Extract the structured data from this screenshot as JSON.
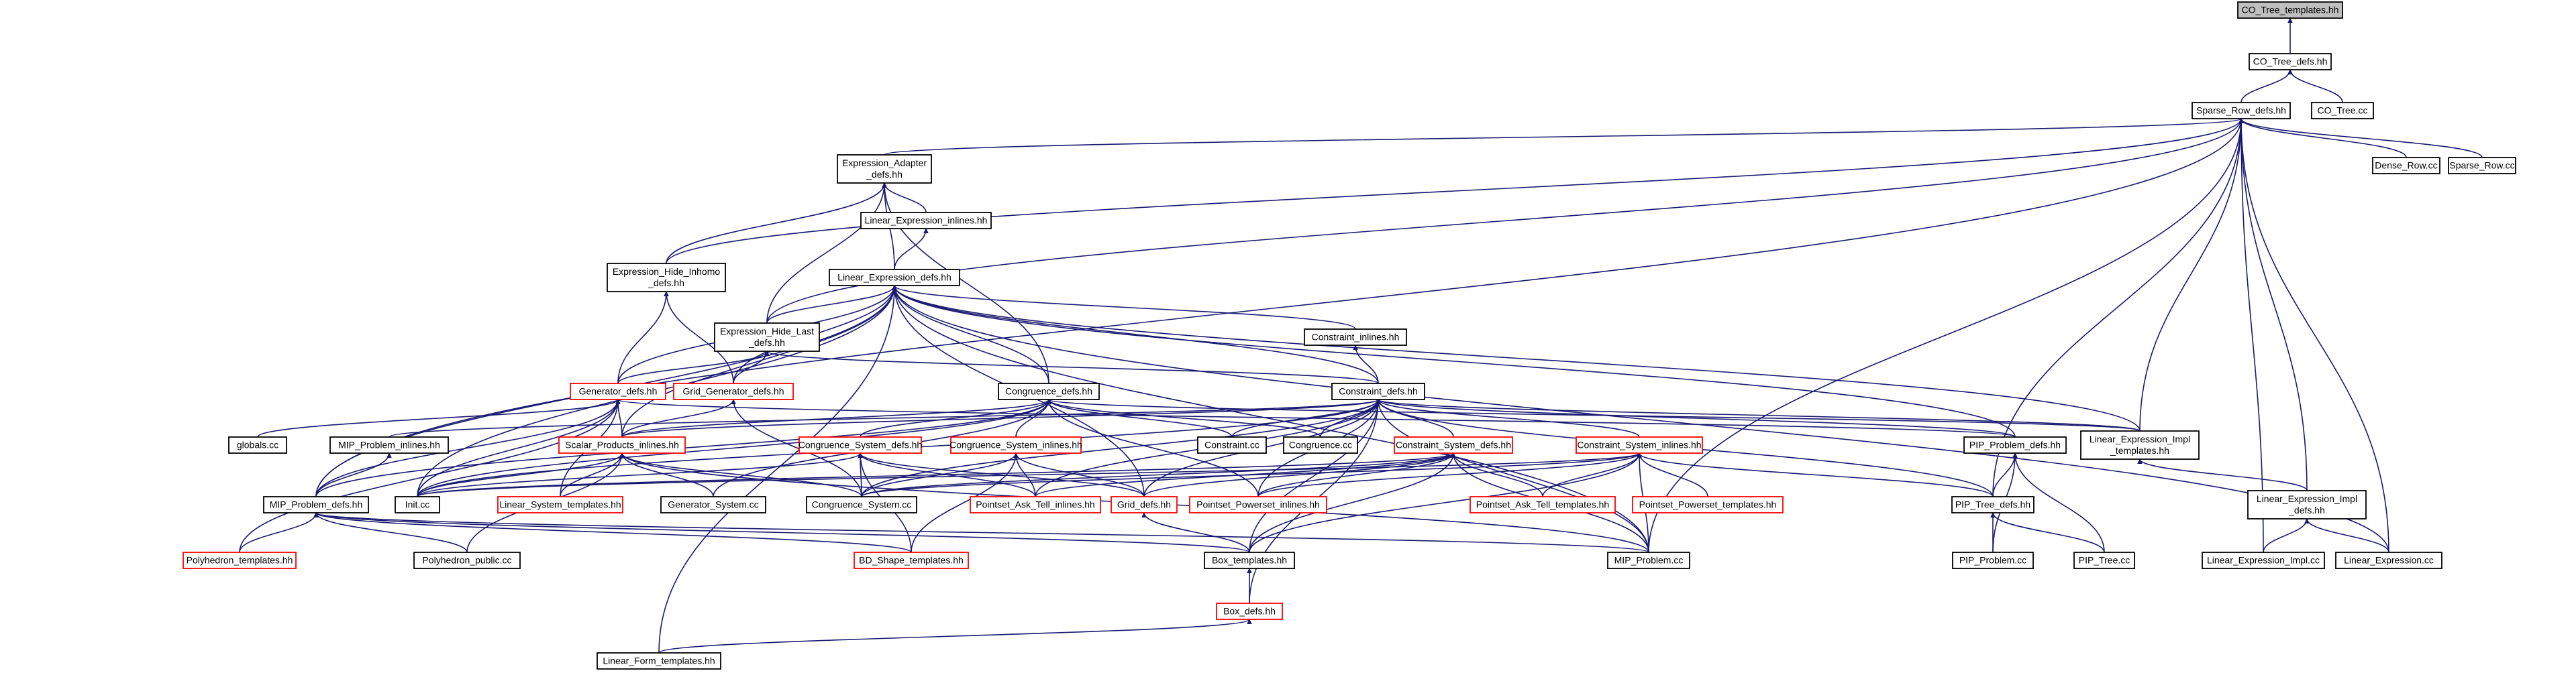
{
  "graph_title": "",
  "colors": {
    "edge": "#191970",
    "root_fill": "#bfbfbf",
    "border": "#000000",
    "red_border": "#ff0000"
  },
  "nodes": {
    "co_tree_templates": {
      "lines": [
        "CO_Tree_templates.hh"
      ],
      "style": "root"
    },
    "co_tree_defs": {
      "lines": [
        "CO_Tree_defs.hh"
      ],
      "style": "black"
    },
    "co_tree_cc": {
      "lines": [
        "CO_Tree.cc"
      ],
      "style": "black"
    },
    "sparse_row_defs": {
      "lines": [
        "Sparse_Row_defs.hh"
      ],
      "style": "black"
    },
    "dense_row_cc": {
      "lines": [
        "Dense_Row.cc"
      ],
      "style": "black"
    },
    "sparse_row_cc": {
      "lines": [
        "Sparse_Row.cc"
      ],
      "style": "black"
    },
    "expression_adapter_defs": {
      "lines": [
        "Expression_Adapter",
        "_defs.hh"
      ],
      "style": "black"
    },
    "linear_expression_inlines": {
      "lines": [
        "Linear_Expression_inlines.hh"
      ],
      "style": "black"
    },
    "expression_hide_inhomo_defs": {
      "lines": [
        "Expression_Hide_Inhomo",
        "_defs.hh"
      ],
      "style": "black"
    },
    "linear_expression_defs": {
      "lines": [
        "Linear_Expression_defs.hh"
      ],
      "style": "black"
    },
    "constraint_inlines": {
      "lines": [
        "Constraint_inlines.hh"
      ],
      "style": "black"
    },
    "expression_hide_last_defs": {
      "lines": [
        "Expression_Hide_Last",
        "_defs.hh"
      ],
      "style": "black"
    },
    "generator_defs": {
      "lines": [
        "Generator_defs.hh"
      ],
      "style": "red"
    },
    "grid_generator_defs": {
      "lines": [
        "Grid_Generator_defs.hh"
      ],
      "style": "red"
    },
    "congruence_defs": {
      "lines": [
        "Congruence_defs.hh"
      ],
      "style": "black"
    },
    "constraint_defs": {
      "lines": [
        "Constraint_defs.hh"
      ],
      "style": "black"
    },
    "globals_cc": {
      "lines": [
        "globals.cc"
      ],
      "style": "black"
    },
    "mip_problem_inlines": {
      "lines": [
        "MIP_Problem_inlines.hh"
      ],
      "style": "black"
    },
    "scalar_products_inlines": {
      "lines": [
        "Scalar_Products_inlines.hh"
      ],
      "style": "red"
    },
    "constraint_cc": {
      "lines": [
        "Constraint.cc"
      ],
      "style": "black"
    },
    "congruence_cc": {
      "lines": [
        "Congruence.cc"
      ],
      "style": "black"
    },
    "pip_problem_defs": {
      "lines": [
        "PIP_Problem_defs.hh"
      ],
      "style": "black"
    },
    "linear_expression_impl_templates": {
      "lines": [
        "Linear_Expression_Impl",
        "_templates.hh"
      ],
      "style": "black"
    },
    "congruence_system_defs": {
      "lines": [
        "Congruence_System_defs.hh"
      ],
      "style": "red"
    },
    "congruence_system_inlines": {
      "lines": [
        "Congruence_System_inlines.hh"
      ],
      "style": "red"
    },
    "constraint_system_defs": {
      "lines": [
        "Constraint_System_defs.hh"
      ],
      "style": "red"
    },
    "constraint_system_inlines": {
      "lines": [
        "Constraint_System_inlines.hh"
      ],
      "style": "red"
    },
    "init_cc": {
      "lines": [
        "Init.cc"
      ],
      "style": "black"
    },
    "linear_system_templates": {
      "lines": [
        "Linear_System_templates.hh"
      ],
      "style": "red"
    },
    "generator_system_cc": {
      "lines": [
        "Generator_System.cc"
      ],
      "style": "black"
    },
    "congruence_system_cc": {
      "lines": [
        "Congruence_System.cc"
      ],
      "style": "black"
    },
    "pointset_ask_tell_inlines": {
      "lines": [
        "Pointset_Ask_Tell_inlines.hh"
      ],
      "style": "red"
    },
    "grid_defs": {
      "lines": [
        "Grid_defs.hh"
      ],
      "style": "red"
    },
    "pointset_powerset_inlines": {
      "lines": [
        "Pointset_Powerset_inlines.hh"
      ],
      "style": "red"
    },
    "pointset_ask_tell_templates": {
      "lines": [
        "Pointset_Ask_Tell_templates.hh"
      ],
      "style": "red"
    },
    "pointset_powerset_templates": {
      "lines": [
        "Pointset_Powerset_templates.hh"
      ],
      "style": "red"
    },
    "pip_tree_defs": {
      "lines": [
        "PIP_Tree_defs.hh"
      ],
      "style": "black"
    },
    "linear_expression_impl_defs": {
      "lines": [
        "Linear_Expression_Impl",
        "_defs.hh"
      ],
      "style": "black"
    },
    "mip_problem_defs": {
      "lines": [
        "MIP_Problem_defs.hh"
      ],
      "style": "black"
    },
    "polyhedron_templates": {
      "lines": [
        "Polyhedron_templates.hh"
      ],
      "style": "red"
    },
    "polyhedron_public_cc": {
      "lines": [
        "Polyhedron_public.cc"
      ],
      "style": "black"
    },
    "bd_shape_templates": {
      "lines": [
        "BD_Shape_templates.hh"
      ],
      "style": "red"
    },
    "box_templates": {
      "lines": [
        "Box_templates.hh"
      ],
      "style": "black"
    },
    "mip_problem_cc": {
      "lines": [
        "MIP_Problem.cc"
      ],
      "style": "black"
    },
    "pip_problem_cc": {
      "lines": [
        "PIP_Problem.cc"
      ],
      "style": "black"
    },
    "pip_tree_cc": {
      "lines": [
        "PIP_Tree.cc"
      ],
      "style": "black"
    },
    "linear_expression_impl_cc": {
      "lines": [
        "Linear_Expression_Impl.cc"
      ],
      "style": "black"
    },
    "linear_expression_cc": {
      "lines": [
        "Linear_Expression.cc"
      ],
      "style": "black"
    },
    "box_defs": {
      "lines": [
        "Box_defs.hh"
      ],
      "style": "red"
    },
    "linear_form_templates": {
      "lines": [
        "Linear_Form_templates.hh"
      ],
      "style": "black"
    }
  },
  "edges": [
    [
      "co_tree_defs",
      "co_tree_templates"
    ],
    [
      "sparse_row_defs",
      "co_tree_defs"
    ],
    [
      "co_tree_cc",
      "co_tree_defs"
    ],
    [
      "dense_row_cc",
      "sparse_row_defs"
    ],
    [
      "sparse_row_cc",
      "sparse_row_defs"
    ],
    [
      "expression_adapter_defs",
      "sparse_row_defs"
    ],
    [
      "expression_hide_inhomo_defs",
      "sparse_row_defs"
    ],
    [
      "expression_hide_last_defs",
      "sparse_row_defs"
    ],
    [
      "mip_problem_defs",
      "sparse_row_defs"
    ],
    [
      "linear_expression_impl_templates",
      "sparse_row_defs"
    ],
    [
      "linear_expression_impl_defs",
      "sparse_row_defs"
    ],
    [
      "linear_expression_cc",
      "sparse_row_defs"
    ],
    [
      "mip_problem_cc",
      "sparse_row_defs"
    ],
    [
      "pip_tree_defs",
      "sparse_row_defs"
    ],
    [
      "linear_expression_impl_cc",
      "sparse_row_defs"
    ],
    [
      "linear_expression_inlines",
      "expression_adapter_defs"
    ],
    [
      "expression_hide_inhomo_defs",
      "expression_adapter_defs"
    ],
    [
      "linear_expression_defs",
      "expression_adapter_defs"
    ],
    [
      "expression_hide_last_defs",
      "expression_adapter_defs"
    ],
    [
      "congruence_defs",
      "expression_adapter_defs"
    ],
    [
      "linear_expression_defs",
      "linear_expression_inlines"
    ],
    [
      "generator_defs",
      "expression_hide_inhomo_defs"
    ],
    [
      "grid_generator_defs",
      "expression_hide_inhomo_defs"
    ],
    [
      "constraint_inlines",
      "linear_expression_defs"
    ],
    [
      "expression_hide_last_defs",
      "linear_expression_defs"
    ],
    [
      "generator_defs",
      "linear_expression_defs"
    ],
    [
      "grid_generator_defs",
      "linear_expression_defs"
    ],
    [
      "congruence_defs",
      "linear_expression_defs"
    ],
    [
      "constraint_defs",
      "linear_expression_defs"
    ],
    [
      "scalar_products_inlines",
      "linear_expression_defs"
    ],
    [
      "mip_problem_defs",
      "linear_expression_defs"
    ],
    [
      "pip_problem_defs",
      "linear_expression_defs"
    ],
    [
      "linear_expression_cc",
      "linear_expression_defs"
    ],
    [
      "linear_form_templates",
      "linear_expression_defs"
    ],
    [
      "init_cc",
      "linear_expression_defs"
    ],
    [
      "grid_defs",
      "linear_expression_defs"
    ],
    [
      "linear_expression_impl_templates",
      "linear_expression_defs"
    ],
    [
      "mip_problem_cc",
      "linear_expression_defs"
    ],
    [
      "constraint_defs",
      "constraint_inlines"
    ],
    [
      "generator_defs",
      "expression_hide_last_defs"
    ],
    [
      "grid_generator_defs",
      "expression_hide_last_defs"
    ],
    [
      "constraint_defs",
      "expression_hide_last_defs"
    ],
    [
      "scalar_products_inlines",
      "generator_defs"
    ],
    [
      "globals_cc",
      "generator_defs"
    ],
    [
      "init_cc",
      "generator_defs"
    ],
    [
      "mip_problem_defs",
      "generator_defs"
    ],
    [
      "polyhedron_templates",
      "generator_defs"
    ],
    [
      "linear_system_templates",
      "generator_defs"
    ],
    [
      "pip_problem_defs",
      "generator_defs"
    ],
    [
      "scalar_products_inlines",
      "grid_generator_defs"
    ],
    [
      "congruence_system_cc",
      "grid_generator_defs"
    ],
    [
      "scalar_products_inlines",
      "congruence_defs"
    ],
    [
      "congruence_system_defs",
      "congruence_defs"
    ],
    [
      "congruence_system_inlines",
      "congruence_defs"
    ],
    [
      "constraint_cc",
      "congruence_defs"
    ],
    [
      "congruence_cc",
      "congruence_defs"
    ],
    [
      "init_cc",
      "congruence_defs"
    ],
    [
      "mip_problem_defs",
      "congruence_defs"
    ],
    [
      "generator_system_cc",
      "congruence_defs"
    ],
    [
      "pointset_powerset_inlines",
      "congruence_defs"
    ],
    [
      "linear_expression_impl_templates",
      "congruence_defs"
    ],
    [
      "mip_problem_inlines",
      "constraint_defs"
    ],
    [
      "scalar_products_inlines",
      "constraint_defs"
    ],
    [
      "constraint_cc",
      "constraint_defs"
    ],
    [
      "congruence_cc",
      "constraint_defs"
    ],
    [
      "pip_problem_defs",
      "constraint_defs"
    ],
    [
      "linear_expression_impl_templates",
      "constraint_defs"
    ],
    [
      "constraint_system_defs",
      "constraint_defs"
    ],
    [
      "constraint_system_inlines",
      "constraint_defs"
    ],
    [
      "init_cc",
      "constraint_defs"
    ],
    [
      "congruence_system_cc",
      "constraint_defs"
    ],
    [
      "grid_defs",
      "constraint_defs"
    ],
    [
      "pointset_ask_tell_inlines",
      "constraint_defs"
    ],
    [
      "pointset_powerset_inlines",
      "constraint_defs"
    ],
    [
      "box_templates",
      "constraint_defs"
    ],
    [
      "mip_problem_cc",
      "constraint_defs"
    ],
    [
      "pip_tree_defs",
      "constraint_defs"
    ],
    [
      "box_defs",
      "constraint_defs"
    ],
    [
      "mip_problem_defs",
      "mip_problem_inlines"
    ],
    [
      "init_cc",
      "scalar_products_inlines"
    ],
    [
      "linear_system_templates",
      "scalar_products_inlines"
    ],
    [
      "generator_system_cc",
      "scalar_products_inlines"
    ],
    [
      "congruence_system_cc",
      "scalar_products_inlines"
    ],
    [
      "polyhedron_public_cc",
      "scalar_products_inlines"
    ],
    [
      "mip_problem_cc",
      "scalar_products_inlines"
    ],
    [
      "pip_tree_defs",
      "pip_problem_defs"
    ],
    [
      "pip_problem_cc",
      "pip_problem_defs"
    ],
    [
      "pip_tree_cc",
      "pip_problem_defs"
    ],
    [
      "linear_expression_impl_defs",
      "linear_expression_impl_templates"
    ],
    [
      "init_cc",
      "congruence_system_defs"
    ],
    [
      "congruence_system_cc",
      "congruence_system_defs"
    ],
    [
      "pointset_ask_tell_inlines",
      "congruence_system_defs"
    ],
    [
      "grid_defs",
      "congruence_system_defs"
    ],
    [
      "bd_shape_templates",
      "congruence_system_defs"
    ],
    [
      "congruence_system_cc",
      "congruence_system_inlines"
    ],
    [
      "pointset_ask_tell_inlines",
      "congruence_system_inlines"
    ],
    [
      "grid_defs",
      "congruence_system_inlines"
    ],
    [
      "bd_shape_templates",
      "congruence_system_inlines"
    ],
    [
      "init_cc",
      "constraint_system_defs"
    ],
    [
      "congruence_system_cc",
      "constraint_system_defs"
    ],
    [
      "pointset_ask_tell_inlines",
      "constraint_system_defs"
    ],
    [
      "grid_defs",
      "constraint_system_defs"
    ],
    [
      "pointset_powerset_inlines",
      "constraint_system_defs"
    ],
    [
      "pointset_ask_tell_templates",
      "constraint_system_defs"
    ],
    [
      "mip_problem_cc",
      "constraint_system_defs"
    ],
    [
      "box_templates",
      "constraint_system_defs"
    ],
    [
      "init_cc",
      "constraint_system_inlines"
    ],
    [
      "congruence_system_cc",
      "constraint_system_inlines"
    ],
    [
      "pointset_powerset_inlines",
      "constraint_system_inlines"
    ],
    [
      "pointset_ask_tell_templates",
      "constraint_system_inlines"
    ],
    [
      "pointset_powerset_templates",
      "constraint_system_inlines"
    ],
    [
      "pip_tree_defs",
      "constraint_system_inlines"
    ],
    [
      "mip_problem_cc",
      "constraint_system_inlines"
    ],
    [
      "box_templates",
      "constraint_system_inlines"
    ],
    [
      "box_templates",
      "grid_defs"
    ],
    [
      "pip_problem_cc",
      "pip_tree_defs"
    ],
    [
      "pip_tree_cc",
      "pip_tree_defs"
    ],
    [
      "linear_expression_impl_cc",
      "linear_expression_impl_defs"
    ],
    [
      "linear_expression_cc",
      "linear_expression_impl_defs"
    ],
    [
      "polyhedron_templates",
      "mip_problem_defs"
    ],
    [
      "polyhedron_public_cc",
      "mip_problem_defs"
    ],
    [
      "bd_shape_templates",
      "mip_problem_defs"
    ],
    [
      "box_templates",
      "mip_problem_defs"
    ],
    [
      "mip_problem_cc",
      "mip_problem_defs"
    ],
    [
      "box_defs",
      "box_templates"
    ],
    [
      "linear_form_templates",
      "box_defs"
    ]
  ]
}
